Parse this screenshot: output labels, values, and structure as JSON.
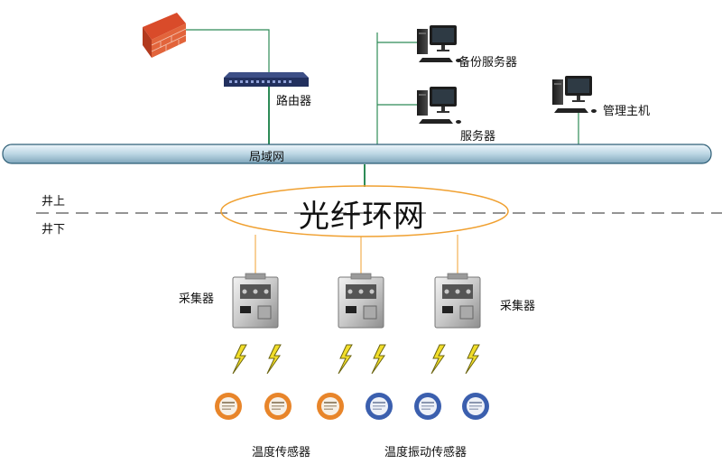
{
  "labels": {
    "router": "路由器",
    "backup_server": "备份服务器",
    "server": "服务器",
    "management_host": "管理主机",
    "lan": "局域网",
    "above_ground": "井上",
    "below_ground": "井下",
    "fiber_ring": "光纤环网",
    "collector_left": "采集器",
    "collector_right": "采集器",
    "temp_sensor": "温度传感器",
    "temp_vibration_sensor": "温度振动传感器"
  },
  "icons": {
    "firewall": "firewall-icon",
    "router": "router-icon",
    "computer": "computer-icon",
    "collector": "collector-icon",
    "wireless": "lightning-bolt-icon",
    "sensor": "sensor-icon"
  },
  "colors": {
    "lan_pipe": "#cfe3ee",
    "lan_pipe_stroke": "#2f5f77",
    "link_green": "#2e8b57",
    "fiber_ring": "#f0a030",
    "temp_sensor": "#e8852a",
    "vibration_sensor": "#3b5fae",
    "bolt": "#f2de2a"
  }
}
